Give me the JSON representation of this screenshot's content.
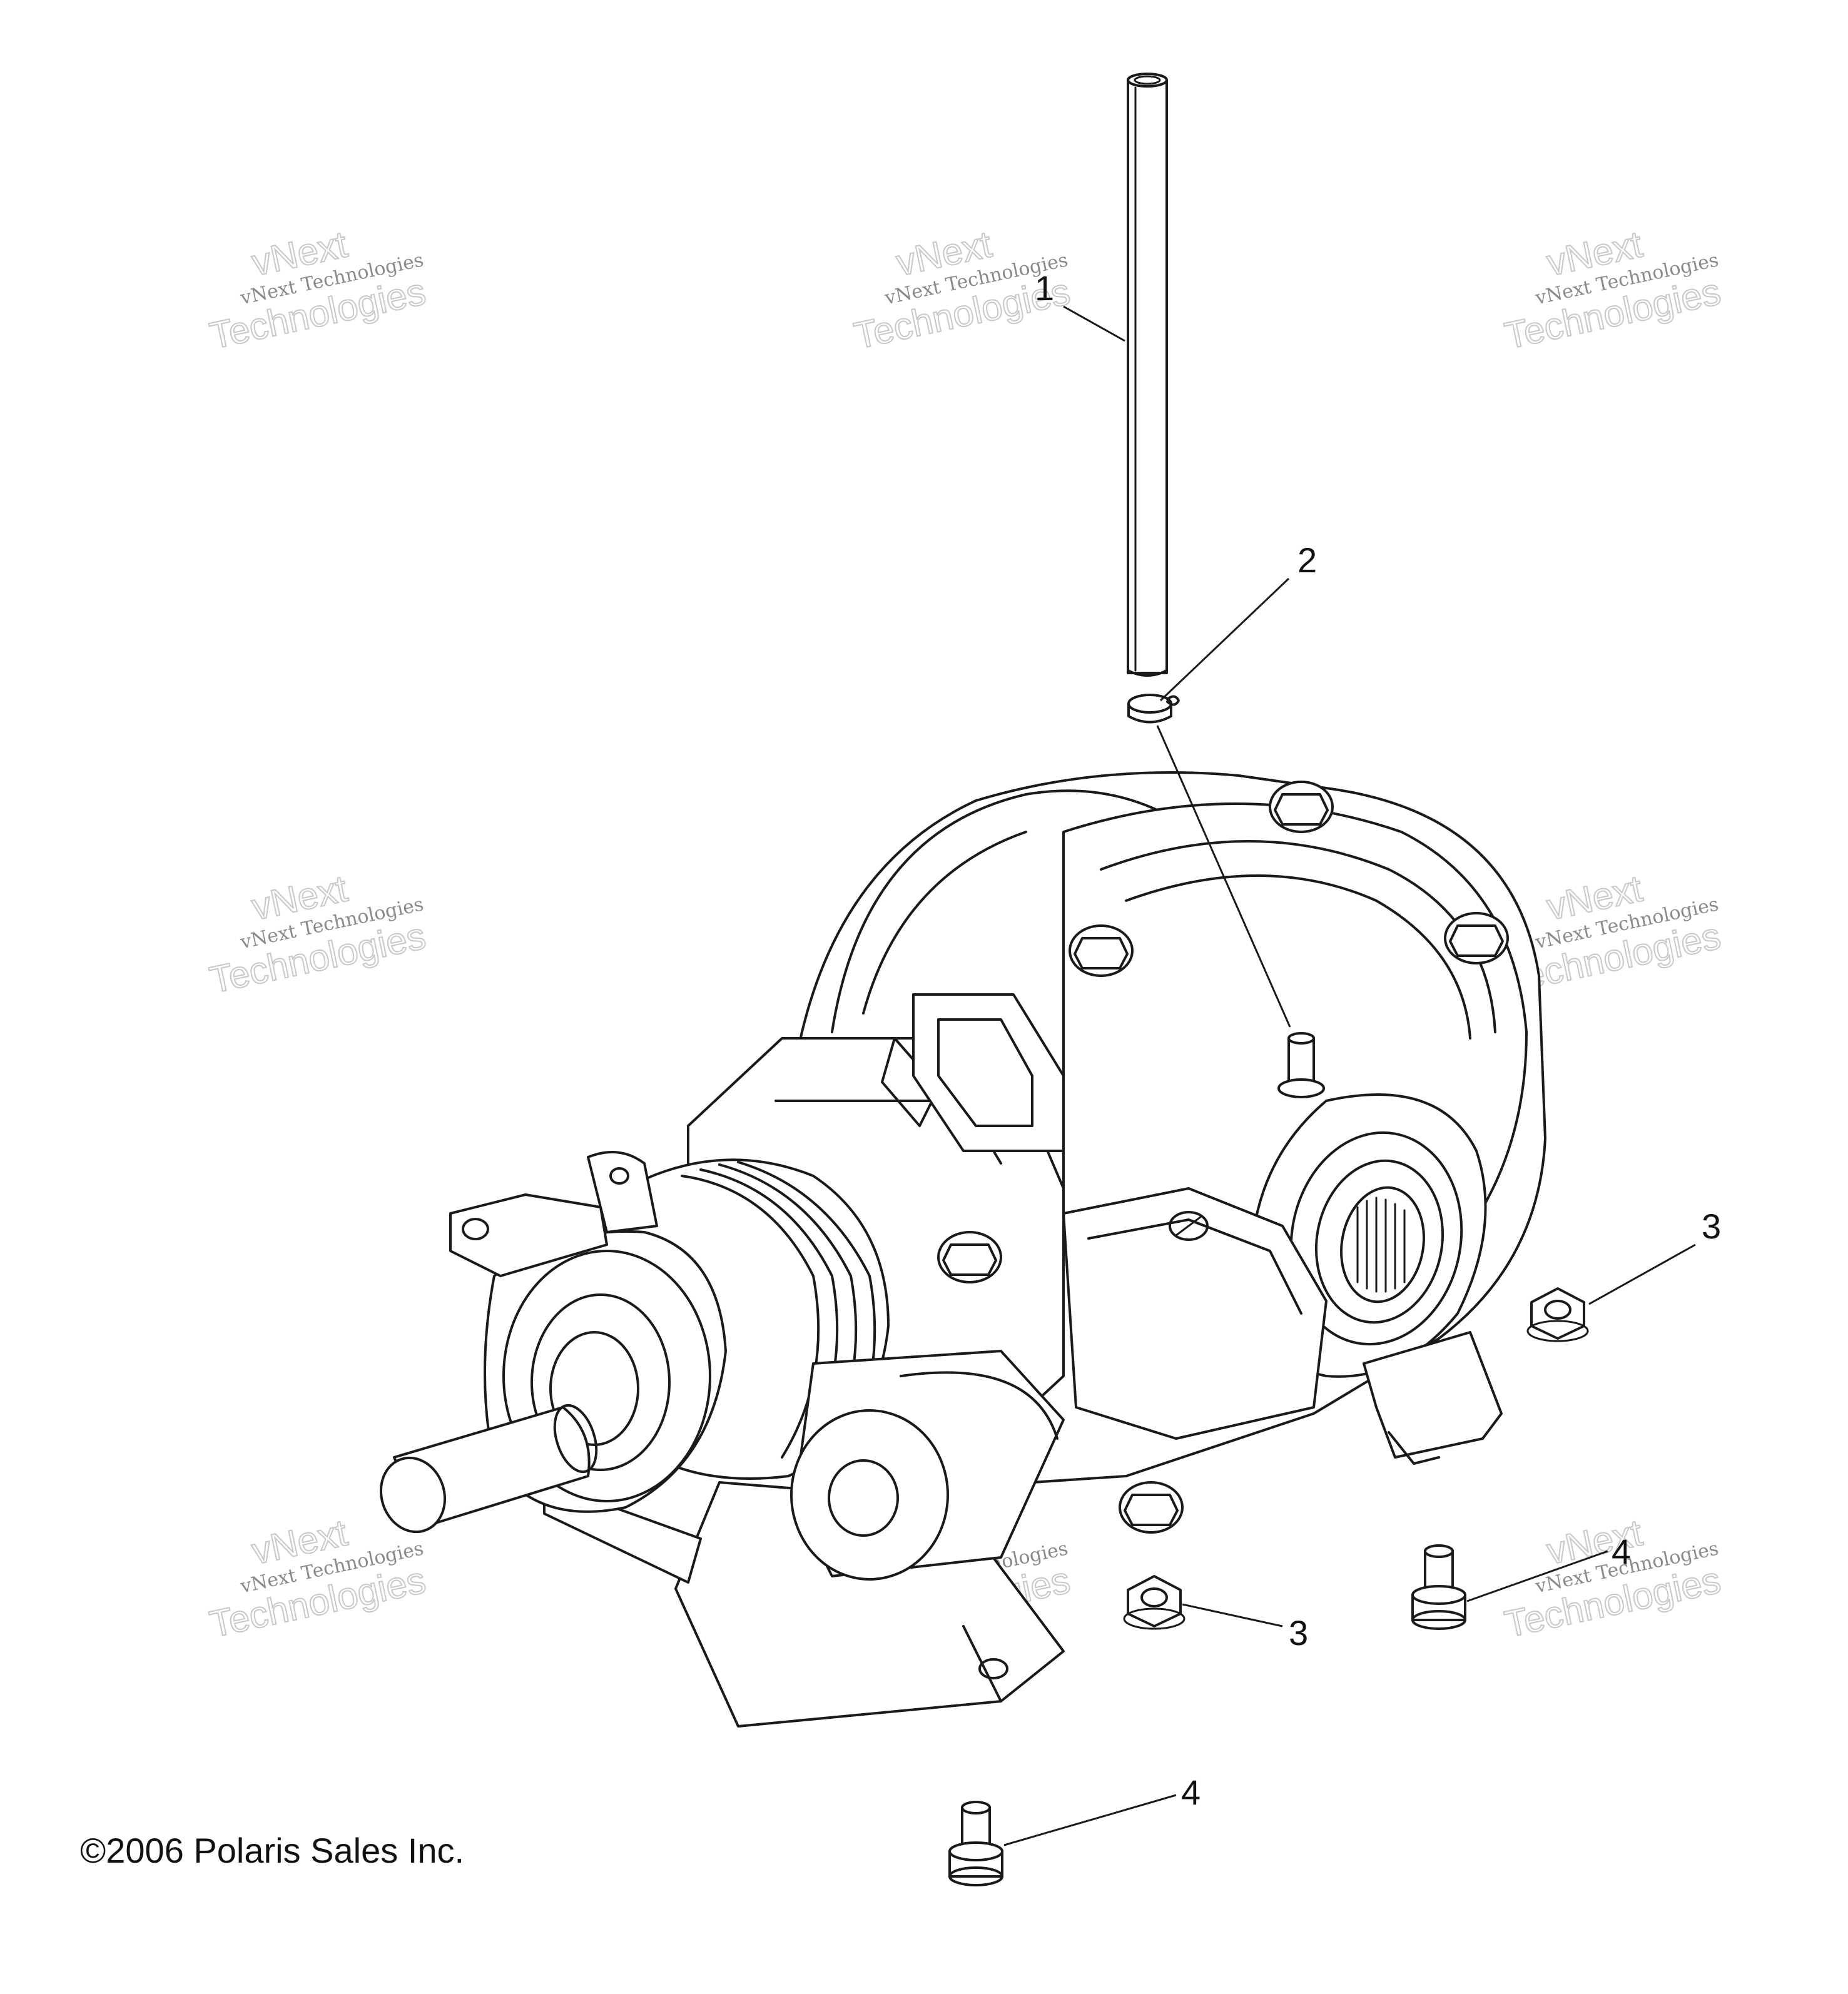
{
  "callouts": [
    {
      "id": "tube",
      "label": "1"
    },
    {
      "id": "clamp",
      "label": "2"
    },
    {
      "id": "nut-right",
      "label": "3"
    },
    {
      "id": "nut-lower",
      "label": "3"
    },
    {
      "id": "bolt-right",
      "label": "4"
    },
    {
      "id": "bolt-lower",
      "label": "4"
    }
  ],
  "watermark": {
    "line_small": "vNext Technologies",
    "line_big_1": "vNext",
    "line_big_2": "Technologies"
  },
  "copyright": "©2006 Polaris Sales Inc."
}
